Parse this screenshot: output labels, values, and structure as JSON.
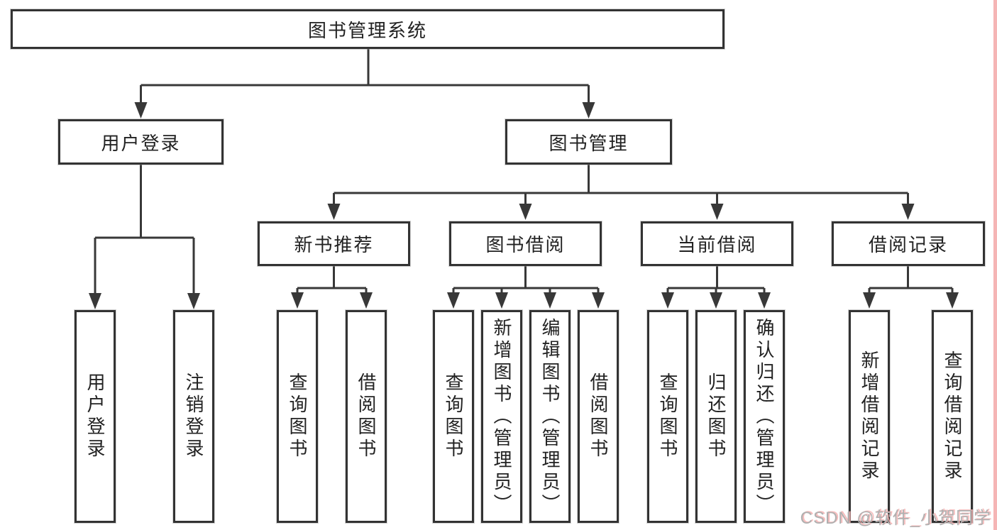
{
  "diagram": {
    "type": "tree",
    "tree": {
      "label": "图书管理系统",
      "children": [
        {
          "label": "用户登录",
          "children": [
            {
              "label": "用户登录"
            },
            {
              "label": "注销登录"
            }
          ]
        },
        {
          "label": "图书管理",
          "children": [
            {
              "label": "新书推荐",
              "children": [
                {
                  "label": "查询图书"
                },
                {
                  "label": "借阅图书"
                }
              ]
            },
            {
              "label": "图书借阅",
              "children": [
                {
                  "label": "查询图书"
                },
                {
                  "label": "新增图书（管理员）"
                },
                {
                  "label": "编辑图书（管理员）"
                },
                {
                  "label": "借阅图书"
                }
              ]
            },
            {
              "label": "当前借阅",
              "children": [
                {
                  "label": "查询图书"
                },
                {
                  "label": "归还图书"
                },
                {
                  "label": "确认归还（管理员）"
                }
              ]
            },
            {
              "label": "借阅记录",
              "children": [
                {
                  "label": "新增借阅记录"
                },
                {
                  "label": "查询借阅记录"
                }
              ]
            }
          ]
        }
      ]
    }
  },
  "watermark": {
    "text": "CSDN @软件_小贺同学"
  },
  "colors": {
    "background": "#ffffff",
    "box_fill": "#ffffff",
    "box_border": "#333333",
    "line": "#383838",
    "text": "#222222",
    "watermark_gray": "#b0b0b0",
    "watermark_pink": "#f6b2b2",
    "edge_strip_pink": "#f5b5b5"
  }
}
